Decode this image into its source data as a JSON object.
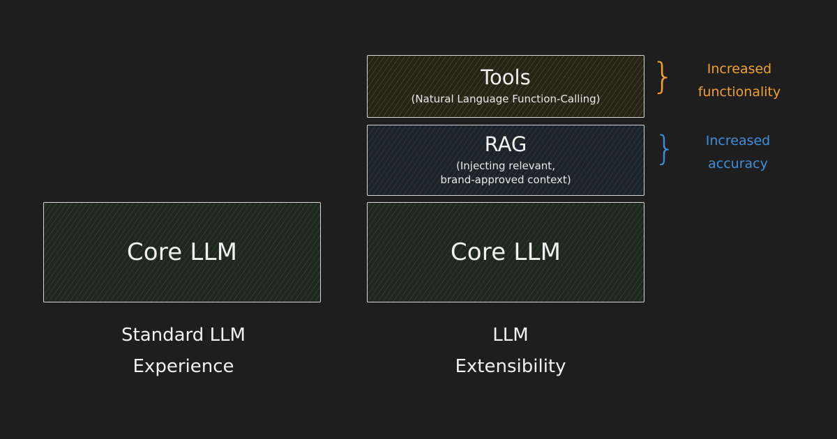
{
  "left_stack": {
    "core": {
      "title": "Core LLM"
    },
    "caption": {
      "line1": "Standard LLM",
      "line2": "Experience"
    }
  },
  "right_stack": {
    "tools": {
      "title": "Tools",
      "subtitle": "(Natural Language Function-Calling)"
    },
    "rag": {
      "title": "RAG",
      "subtitle_line1": "(Injecting relevant,",
      "subtitle_line2": "brand-approved context)"
    },
    "core": {
      "title": "Core LLM"
    },
    "caption": {
      "line1": "LLM",
      "line2": "Extensibility"
    }
  },
  "annotations": {
    "tools_note": {
      "line1": "Increased",
      "line2": "functionality",
      "color": "#f0a030"
    },
    "rag_note": {
      "line1": "Increased",
      "line2": "accuracy",
      "color": "#3d8fdc"
    }
  },
  "icons": {
    "brace": "right-curly-brace-icon",
    "brace_glyph": "}"
  }
}
